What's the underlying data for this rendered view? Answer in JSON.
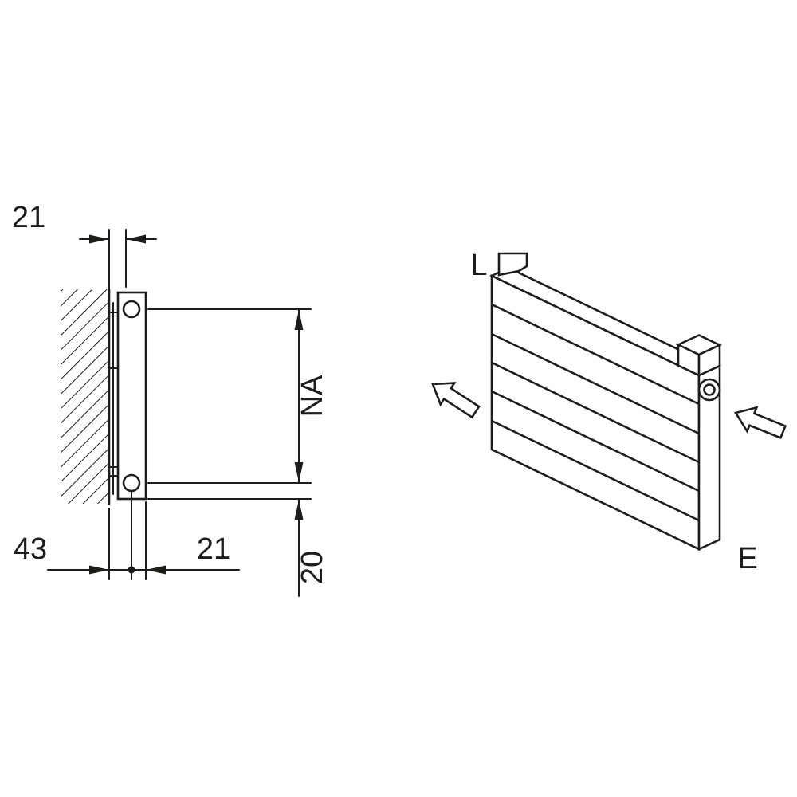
{
  "figure": {
    "type": "technical installation drawing",
    "background": "#ffffff",
    "line_color": "#1d1d1b"
  },
  "side_view": {
    "labels": {
      "top_offset": "21",
      "wall_distance": "43",
      "bottom_offset": "21",
      "na": "NA",
      "bottom_connection": "20"
    }
  },
  "iso_view": {
    "labels": {
      "left_end": "L",
      "right_end": "E"
    }
  }
}
